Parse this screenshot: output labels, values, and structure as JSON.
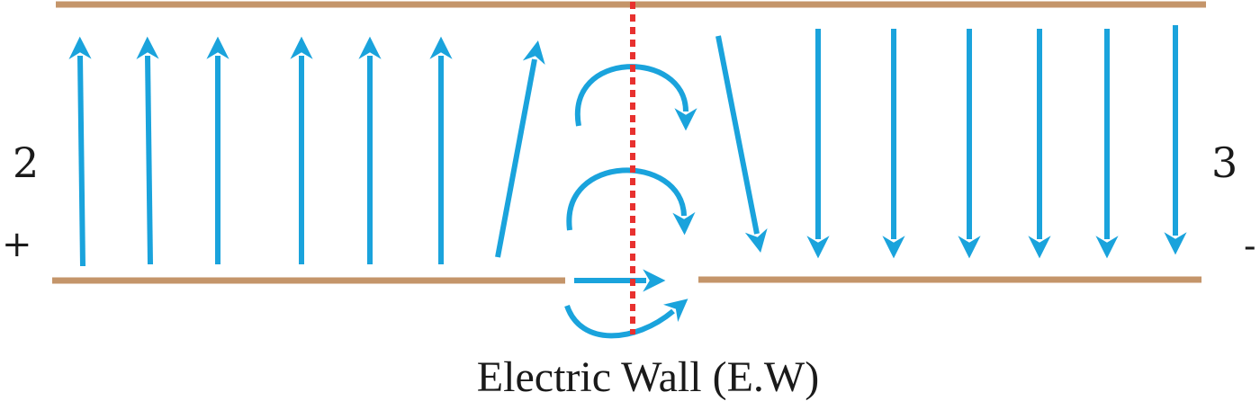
{
  "labels": {
    "left_port": "2",
    "right_port": "3",
    "left_polarity": "+",
    "right_polarity": "-",
    "wall_caption": "Electric Wall (E.W)"
  },
  "colors": {
    "conductor": "#c4956a",
    "field_arrow": "#1aa3dc",
    "electric_wall": "#e8312f"
  }
}
